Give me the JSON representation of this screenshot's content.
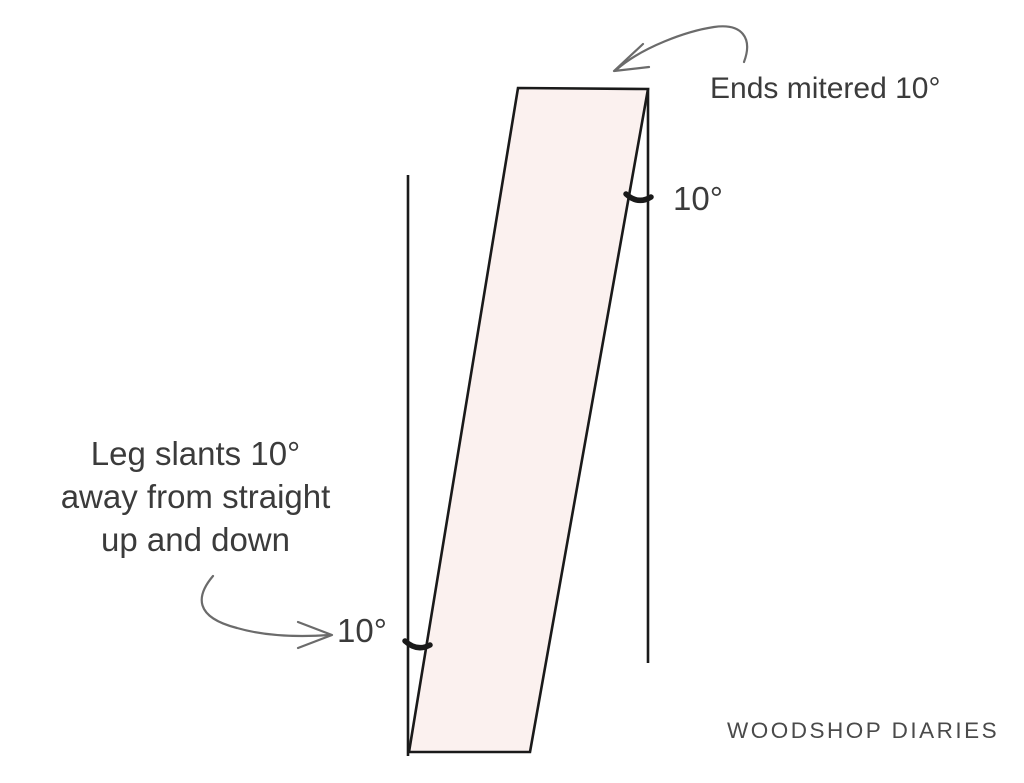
{
  "diagram": {
    "labels": {
      "ends_mitered": "Ends mitered 10°",
      "angle_top": "10°",
      "leg_slant": "Leg slants 10°\naway from straight\nup and down",
      "angle_bottom": "10°",
      "brand": "WOODSHOP DIARIES"
    },
    "colors": {
      "background": "#ffffff",
      "leg_fill": "#fbf1ef",
      "outline": "#1a1a1a",
      "arrow": "#6b6b6b",
      "text": "#3b3b3b",
      "brand_text": "#4a4a4a"
    }
  }
}
